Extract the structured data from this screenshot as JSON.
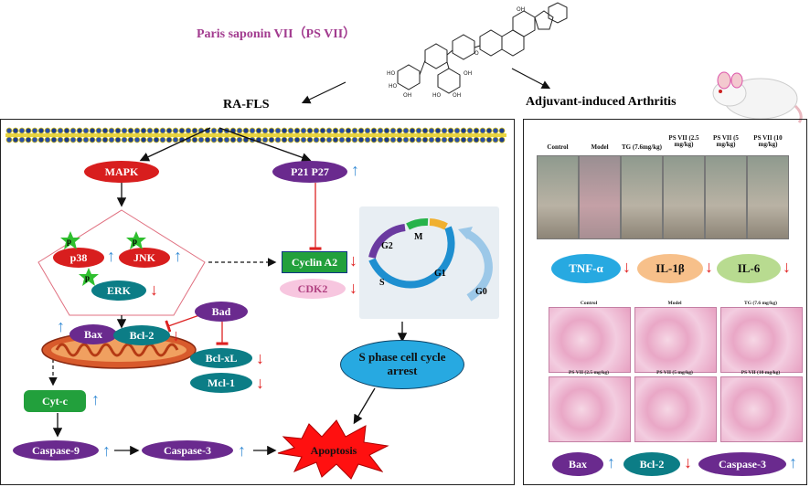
{
  "header": {
    "compound_title": "Paris saponin VII（PS VII）",
    "left_target": "RA-FLS",
    "right_target": "Adjuvant-induced Arthritis"
  },
  "pathway": {
    "mapk": "MAPK",
    "p21p27": "P21 P27",
    "p38": "p38",
    "jnk": "JNK",
    "erk": "ERK",
    "p_marker": "p",
    "cyclin_a2": "Cyclin A2",
    "cdk2": "CDK2",
    "bad": "Bad",
    "bax": "Bax",
    "bcl2": "Bcl-2",
    "bclxl": "Bcl-xL",
    "mcl1": "Mcl-1",
    "cytc": "Cyt-c",
    "caspase9": "Caspase-9",
    "caspase3": "Caspase-3",
    "apoptosis": "Apoptosis",
    "s_phase": "S phase cell cycle arrest",
    "cycle": {
      "g2": "G2",
      "m": "M",
      "g1": "G1",
      "s": "S",
      "g0": "G0"
    }
  },
  "right_panel": {
    "photo_groups": [
      "Control",
      "Model",
      "TG (7.6mg/kg)",
      "PS VII (2.5 mg/kg)",
      "PS VII (5 mg/kg)",
      "PS VII (10 mg/kg)"
    ],
    "cytokines": [
      "TNF-α",
      "IL-1β",
      "IL-6"
    ],
    "histology_labels": [
      "Control",
      "Model",
      "TG (7.6 mg/kg)",
      "PS VII (2.5 mg/kg)",
      "PS VII (5 mg/kg)",
      "PS VII (10 mg/kg)"
    ],
    "markers": [
      "Bax",
      "Bcl-2",
      "Caspase-3"
    ]
  },
  "colors": {
    "red": "#d81e1e",
    "purple": "#6a2a8e",
    "teal": "#0c7d86",
    "green": "#22a03c",
    "pink": "#f7c6df",
    "cyan": "#27a9e1",
    "up_arrow": "#3b8fd6",
    "down_arrow": "#e02020"
  }
}
